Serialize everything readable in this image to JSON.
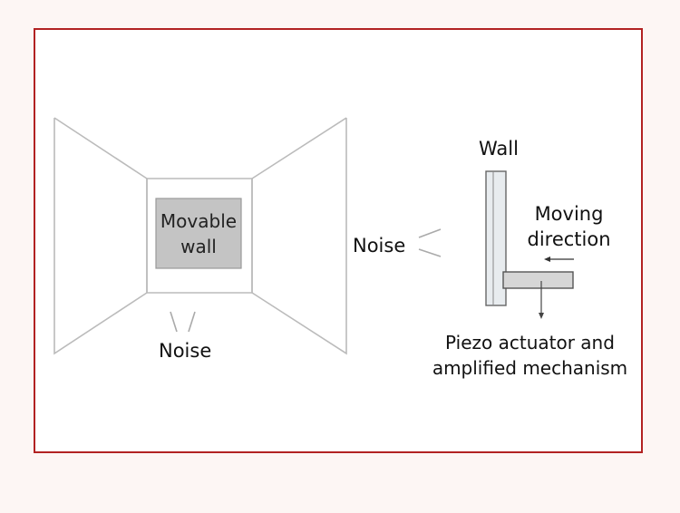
{
  "labels": {
    "movable_wall_line1": "Movable",
    "movable_wall_line2": "wall",
    "noise_bottom": "Noise",
    "noise_side": "Noise",
    "wall": "Wall",
    "moving_direction_line1": "Moving",
    "moving_direction_line2": "direction",
    "piezo_line1": "Piezo actuator and",
    "piezo_line2": "amplified mechanism"
  },
  "colors": {
    "frame_border": "#b22222",
    "page_background": "#fdf6f4",
    "room_lines": "#bbbbbb",
    "movable_wall_fill": "#c4c4c4",
    "wall_fill": "#e8ecef",
    "actuator_fill": "#d6d6d6"
  }
}
